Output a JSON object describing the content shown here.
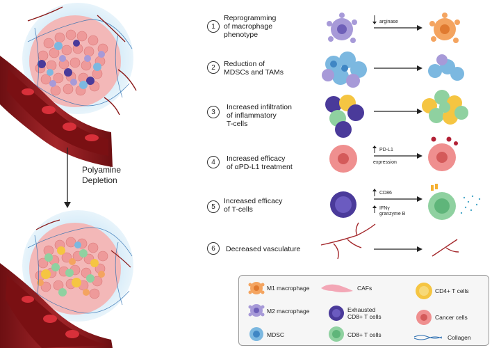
{
  "left_panel": {
    "arrow_label": "Polyamine\nDepletion"
  },
  "steps": [
    {
      "number": "1",
      "text": "Reprogramming\nof macrophage\nphenotype",
      "annotation_top": "arginase",
      "annotation_bottom": ""
    },
    {
      "number": "2",
      "text": "Reduction of\nMDSCs and TAMs",
      "annotation_top": "",
      "annotation_bottom": ""
    },
    {
      "number": "3",
      "text": "Increased infiltration\nof inflammatory\nT-cells",
      "annotation_top": "",
      "annotation_bottom": ""
    },
    {
      "number": "4",
      "text": "Increased efficacy\nof αPD-L1 treatment",
      "annotation_top": "PD-L1",
      "annotation_bottom": "expression"
    },
    {
      "number": "5",
      "text": "Increased efficacy\nof T-cells",
      "annotation_top": "CD86",
      "annotation_bottom": "IFNγ\ngranzyme B"
    },
    {
      "number": "6",
      "text": "Decreased vasculature",
      "annotation_top": "",
      "annotation_bottom": ""
    }
  ],
  "legend": {
    "items": [
      {
        "label": "M1 macrophage",
        "icon": "m1-macrophage-icon"
      },
      {
        "label": "CAFs",
        "icon": "caf-icon"
      },
      {
        "label": "CD4+ T cells",
        "icon": "cd4-t-cell-icon"
      },
      {
        "label": "M2 macrophage",
        "icon": "m2-macrophage-icon"
      },
      {
        "label": "Exhausted\nCD8+ T cells",
        "icon": "exhausted-cd8-icon"
      },
      {
        "label": "Cancer cells",
        "icon": "cancer-cell-icon"
      },
      {
        "label": "MDSC",
        "icon": "mdsc-icon"
      },
      {
        "label": "CD8+ T cells",
        "icon": "cd8-t-cell-icon"
      },
      {
        "label": "Collagen",
        "icon": "collagen-icon"
      }
    ]
  },
  "colors": {
    "m1": "#f4a460",
    "m2": "#a79ad8",
    "mdsc": "#7cb8e0",
    "exhausted_cd8": "#4a3a9a",
    "cd8": "#8fd1a0",
    "cd4": "#f5c542",
    "cancer": "#ef8f8f",
    "vessel": "#8b1a1a",
    "collagen": "#2a6db0"
  }
}
